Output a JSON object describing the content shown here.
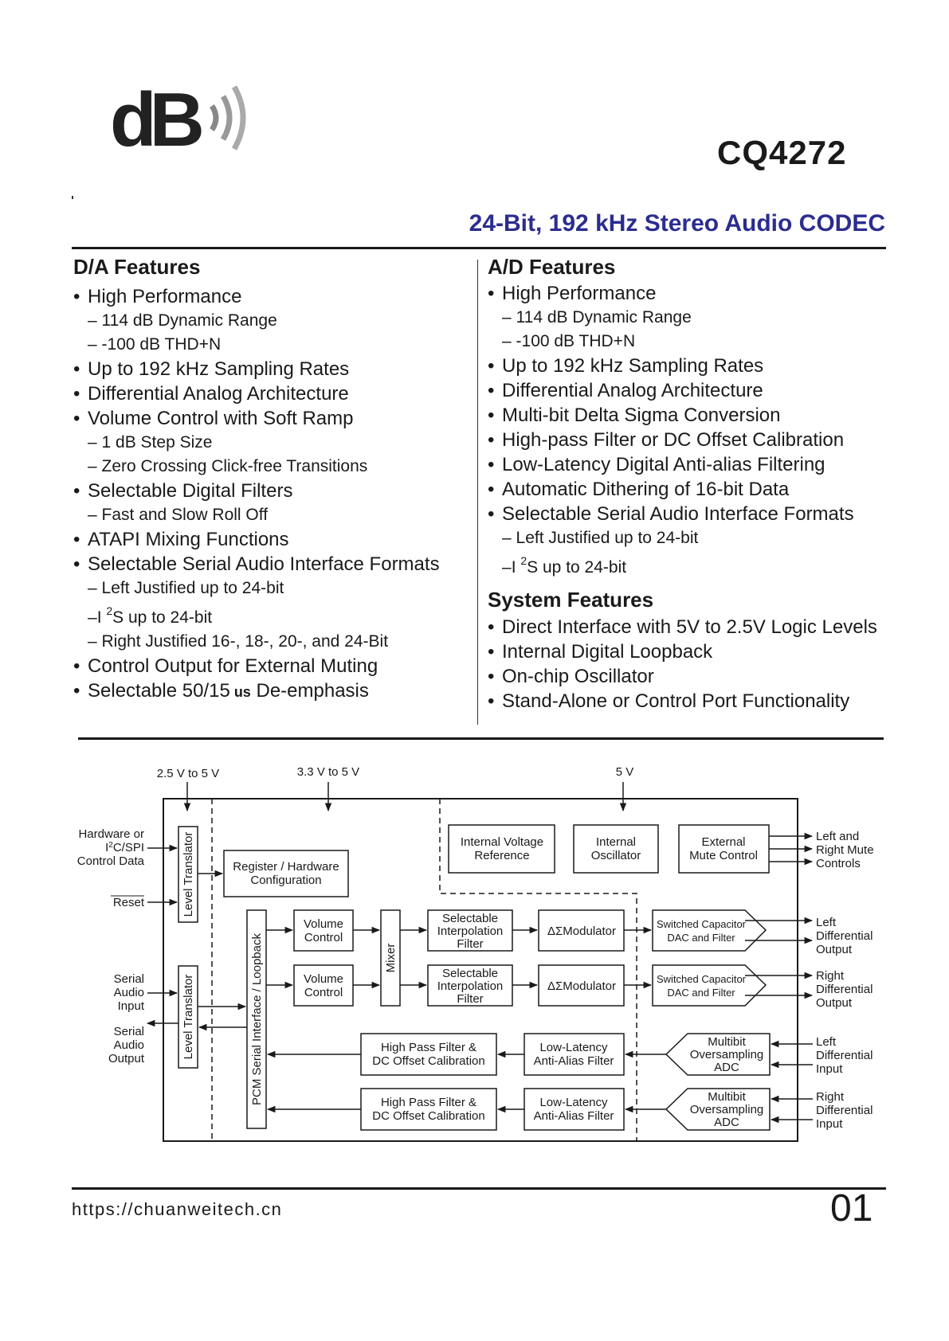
{
  "header": {
    "logo_text": "dB",
    "part_number": "CQ4272",
    "subtitle": "24-Bit, 192 kHz Stereo Audio CODEC"
  },
  "da_features": {
    "heading": "D/A Features",
    "lines": [
      {
        "kind": "item",
        "text": "High Performance"
      },
      {
        "kind": "sub",
        "text": "114 dB Dynamic Range"
      },
      {
        "kind": "sub",
        "text": "-100 dB THD+N"
      },
      {
        "kind": "item",
        "text": "Up to 192 kHz Sampling Rates"
      },
      {
        "kind": "item",
        "text": "Differential Analog Architecture"
      },
      {
        "kind": "item",
        "text": "Volume Control with Soft Ramp"
      },
      {
        "kind": "sub",
        "text": "1 dB Step Size"
      },
      {
        "kind": "sub",
        "text": "Zero Crossing Click-free Transitions"
      },
      {
        "kind": "item",
        "text": "Selectable Digital Filters"
      },
      {
        "kind": "sub",
        "text": "Fast and Slow Roll Off"
      },
      {
        "kind": "item",
        "text": "ATAPI Mixing Functions"
      },
      {
        "kind": "item",
        "text": "Selectable Serial Audio Interface Formats"
      },
      {
        "kind": "sub",
        "text": "Left Justified up to 24-bit"
      },
      {
        "kind": "i2s",
        "pre": "I ",
        "sup": "2",
        "post": "S up to 24-bit"
      },
      {
        "kind": "sub",
        "text": "Right Justified 16-, 18-, 20-, and 24-Bit"
      },
      {
        "kind": "item",
        "text": "Control Output for External Muting"
      },
      {
        "kind": "deemph",
        "pre": "Selectable 50/15",
        "unit": "us",
        "post": " De-emphasis"
      }
    ]
  },
  "ad_features": {
    "heading": "A/D Features",
    "lines": [
      {
        "kind": "item",
        "text": "High Performance"
      },
      {
        "kind": "sub",
        "text": "114 dB Dynamic Range"
      },
      {
        "kind": "sub",
        "text": "-100 dB THD+N"
      },
      {
        "kind": "item",
        "text": "Up to 192 kHz Sampling Rates"
      },
      {
        "kind": "item",
        "text": "Differential Analog Architecture"
      },
      {
        "kind": "item",
        "text": "Multi-bit Delta Sigma Conversion"
      },
      {
        "kind": "item",
        "text": "High-pass Filter or DC Offset Calibration"
      },
      {
        "kind": "item",
        "text": "Low-Latency Digital Anti-alias Filtering"
      },
      {
        "kind": "item",
        "text": "Automatic Dithering of 16-bit Data"
      },
      {
        "kind": "item",
        "text": "Selectable Serial Audio Interface Formats"
      },
      {
        "kind": "sub",
        "text": "Left Justified up to 24-bit"
      },
      {
        "kind": "i2s",
        "pre": "I ",
        "sup": "2",
        "post": "S up to 24-bit"
      }
    ]
  },
  "system_features": {
    "heading": "System Features",
    "lines": [
      {
        "kind": "item",
        "text": "Direct Interface with 5V to 2.5V Logic Levels"
      },
      {
        "kind": "item",
        "text": "Internal Digital Loopback"
      },
      {
        "kind": "item",
        "text": "On-chip Oscillator"
      },
      {
        "kind": "item",
        "text": "Stand-Alone or Control Port Functionality"
      }
    ]
  },
  "diagram": {
    "supply_25_5": "2.5 V to 5 V",
    "supply_33_5": "3.3 V to 5 V",
    "supply_5": "5 V",
    "level_translator": "Level Translator",
    "pcm_interface": "PCM Serial Interface / Loopback",
    "mixer": "Mixer",
    "register_config": [
      "Register / Hardware",
      "Configuration"
    ],
    "vref": [
      "Internal Voltage",
      "Reference"
    ],
    "oscillator": [
      "Internal",
      "Oscillator"
    ],
    "mute_control": [
      "External",
      "Mute Control"
    ],
    "volume_control": [
      "Volume",
      "Control"
    ],
    "interp_filter": [
      "Selectable",
      "Interpolation",
      "Filter"
    ],
    "ds_modulator": "ΔΣModulator",
    "sc_dac": [
      "Switched Capacitor",
      "DAC and Filter"
    ],
    "hpf": [
      "High Pass Filter &",
      "DC Offset Calibration"
    ],
    "aaf": [
      "Low-Latency",
      "Anti-Alias Filter"
    ],
    "adc": [
      "Multibit",
      "Oversampling",
      "ADC"
    ],
    "in_hw_control": [
      "Hardware or",
      "I2C/SPI",
      "Control Data"
    ],
    "in_reset": "Reset",
    "in_serial_audio": [
      "Serial",
      "Audio",
      "Input"
    ],
    "out_serial_audio": [
      "Serial",
      "Audio",
      "Output"
    ],
    "out_mute": [
      "Left and",
      "Right Mute",
      "Controls"
    ],
    "out_left_diff": [
      "Left",
      "Differential",
      "Output"
    ],
    "out_right_diff": [
      "Right",
      "Differential",
      "Output"
    ],
    "in_left_diff": [
      "Left",
      "Differential",
      "Input"
    ],
    "in_right_diff": [
      "Right",
      "Differential",
      "Input"
    ]
  },
  "footer": {
    "url": "https://chuanweitech.cn",
    "page_number": "01"
  }
}
